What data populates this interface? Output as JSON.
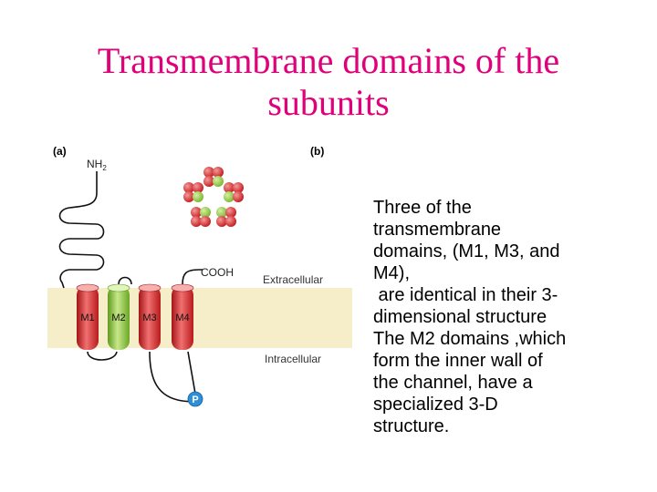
{
  "slide": {
    "title_line1": "Transmembrane domains of the",
    "title_line2": "subunits"
  },
  "figure": {
    "panel_a": "(a)",
    "panel_b": "(b)",
    "nh2": "NH",
    "nh2_sub": "2",
    "cooh": "COOH",
    "extracellular": "Extracellular",
    "intracellular": "Intracellular",
    "domains": [
      "M1",
      "M2",
      "M3",
      "M4"
    ],
    "phospho": "P",
    "colors": {
      "membrane": "#f6edc9",
      "domain_red": "#d8282a",
      "domain_green": "#8cc63f",
      "phospho_blue": "#2e8fd8"
    }
  },
  "body": {
    "lines": [
      "Three of the",
      "transmembrane",
      "domains, (M1, M3, and",
      "M4),",
      " are identical in their 3-",
      "dimensional structure",
      "The M2 domains ,which",
      "form the inner wall of",
      "the channel, have a",
      "specialized 3-D",
      "structure."
    ]
  }
}
